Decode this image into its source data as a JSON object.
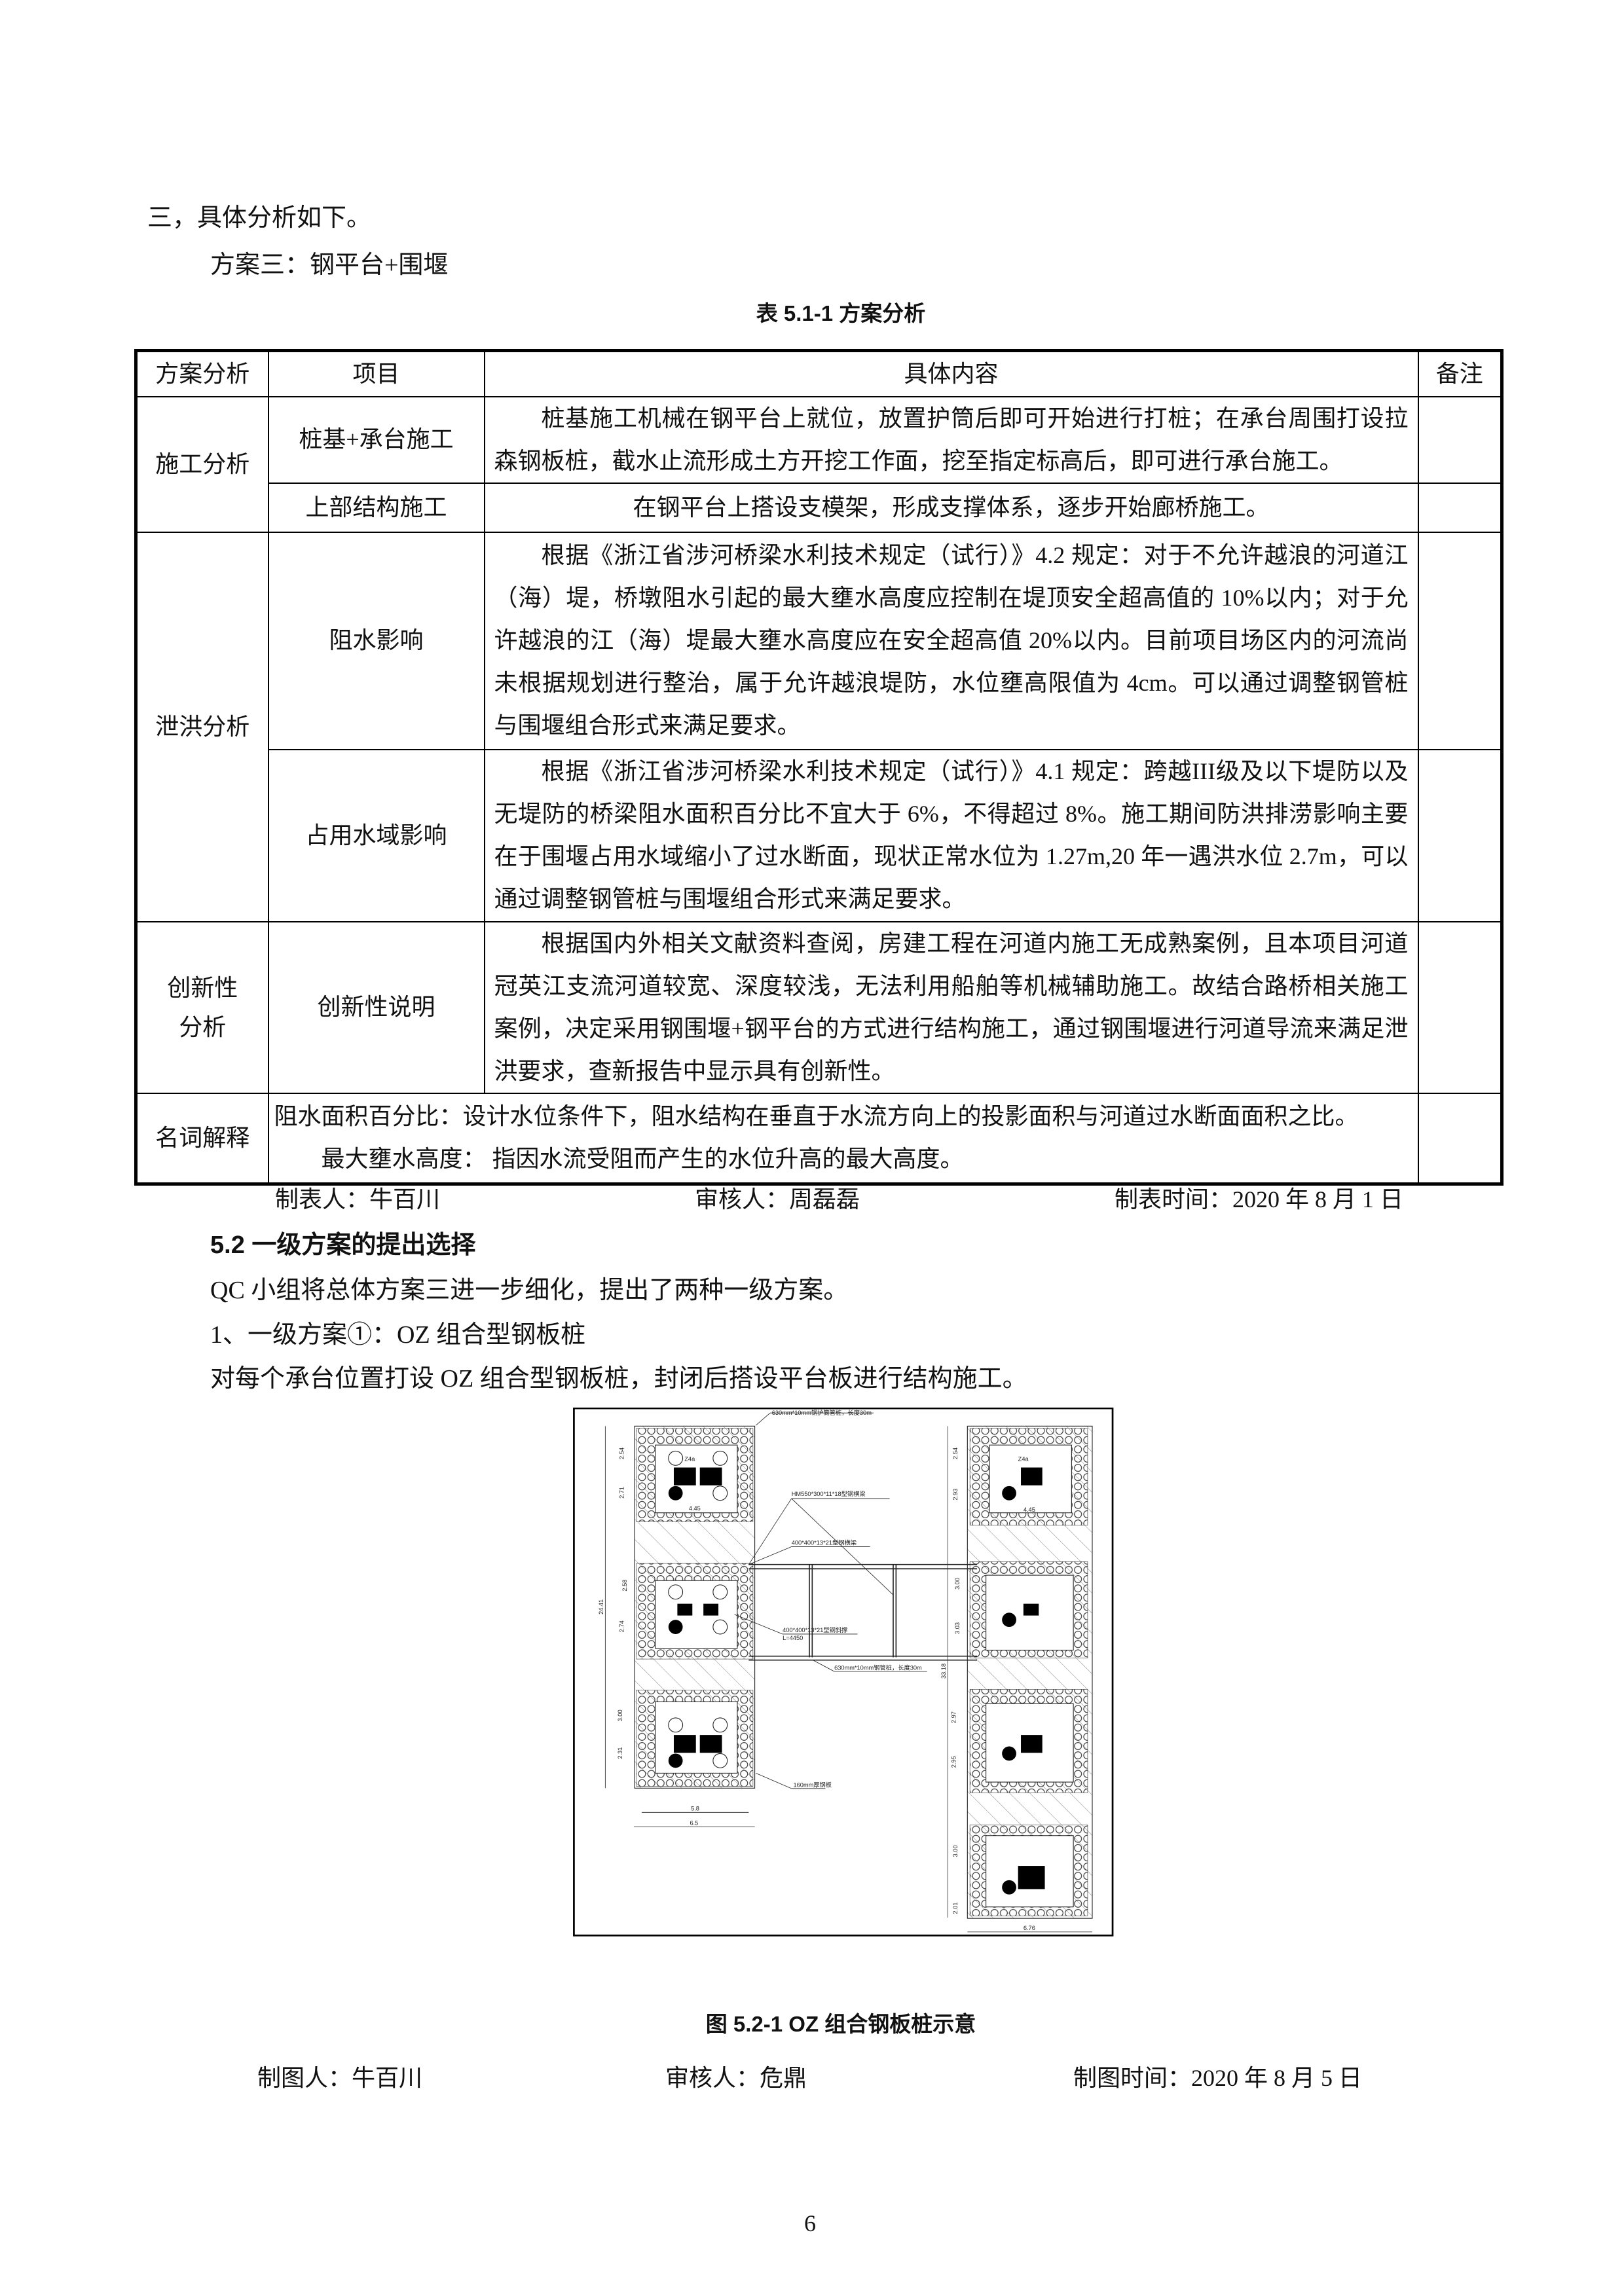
{
  "section_heading": "三，具体分析如下。",
  "scheme_title": "方案三：钢平台+围堰",
  "table_caption": "表 5.1-1    方案分析",
  "table": {
    "headers": [
      "方案分析",
      "项目",
      "具体内容",
      "备注"
    ],
    "groups": [
      {
        "category": "施工分析",
        "rows": [
          {
            "item": "桩基+承台施工",
            "content": "桩基施工机械在钢平台上就位，放置护筒后即可开始进行打桩；在承台周围打设拉森钢板桩，截水止流形成土方开挖工作面，挖至指定标高后，即可进行承台施工。",
            "note": ""
          },
          {
            "item": "上部结构施工",
            "content": "在钢平台上搭设支模架，形成支撑体系，逐步开始廊桥施工。",
            "note": ""
          }
        ]
      },
      {
        "category": "泄洪分析",
        "rows": [
          {
            "item": "阻水影响",
            "content": "根据《浙江省涉河桥梁水利技术规定（试行）》4.2 规定：对于不允许越浪的河道江（海）堤，桥墩阻水引起的最大壅水高度应控制在堤顶安全超高值的 10%以内；对于允许越浪的江（海）堤最大壅水高度应在安全超高值 20%以内。目前项目场区内的河流尚未根据规划进行整治，属于允许越浪堤防，水位壅高限值为 4cm。可以通过调整钢管桩与围堰组合形式来满足要求。",
            "note": ""
          },
          {
            "item": "占用水域影响",
            "content": "根据《浙江省涉河桥梁水利技术规定（试行）》4.1 规定：跨越III级及以下堤防以及无堤防的桥梁阻水面积百分比不宜大于 6%，不得超过 8%。施工期间防洪排涝影响主要在于围堰占用水域缩小了过水断面，现状正常水位为 1.27m,20 年一遇洪水位 2.7m，可以通过调整钢管桩与围堰组合形式来满足要求。",
            "note": ""
          }
        ]
      },
      {
        "category": "创新性分析",
        "rows": [
          {
            "item": "创新性说明",
            "content": "根据国内外相关文献资料查阅，房建工程在河道内施工无成熟案例，且本项目河道冠英江支流河道较宽、深度较浅，无法利用船舶等机械辅助施工。故结合路桥相关施工案例，决定采用钢围堰+钢平台的方式进行结构施工，通过钢围堰进行河道导流来满足泄洪要求，查新报告中显示具有创新性。",
            "note": ""
          }
        ]
      }
    ],
    "glossary": {
      "category": "名词解释",
      "line1": "阻水面积百分比：设计水位条件下，阻水结构在垂直于水流方向上的投影面积与河道过水断面面积之比。",
      "line2": "最大壅水高度：  指因水流受阻而产生的水位升高的最大高度。",
      "note": ""
    }
  },
  "table_footer": {
    "maker": "制表人：牛百川",
    "reviewer": "审核人：周磊磊",
    "date": "制表时间：2020 年 8 月 1 日"
  },
  "sub_heading": "5.2    一级方案的提出选择",
  "para1": "QC 小组将总体方案三进一步细化，提出了两种一级方案。",
  "para2": "1、一级方案①：OZ 组合型钢板桩",
  "para3": "对每个承台位置打设 OZ 组合型钢板桩，封闭后搭设平台板进行结构施工。",
  "figure": {
    "labels": {
      "top_pipe": "630mm*10mm钢护筒管桩，长度30m",
      "beam_hm": "HM550*300*11*18型钢横梁",
      "beam_400": "400*400*13*21型钢横梁",
      "brace": "400*400*13*21型钢斜撑",
      "brace_len": "L=4450",
      "pipe_bottom": "630mm*10mm钢管桩，长度30m",
      "plate": "160mm厚钢板",
      "pile": "Z4a"
    },
    "dims": {
      "left_total": "24.41",
      "right_total": "33.18",
      "l1a": "2.54",
      "l1b": "2.71",
      "l2a": "2.58",
      "l2b": "2.74",
      "l3a": "3.00",
      "l3b": "2.31",
      "r1a": "2.54",
      "r1b": "2.93",
      "r2a": "3.00",
      "r2b": "3.03",
      "r3a": "2.97",
      "r3b": "2.95",
      "r4a": "3.00",
      "r4b": "2.01",
      "w_inner": "4.45",
      "w_left_in": "5.8",
      "w_left_out": "6.5",
      "w_right": "6.76"
    }
  },
  "figure_caption": "图 5.2-1    OZ 组合钢板桩示意",
  "figure_footer": {
    "maker": "制图人：牛百川",
    "reviewer": "审核人：危鼎",
    "date": "制图时间：2020 年 8 月 5 日"
  },
  "page_number": "6"
}
